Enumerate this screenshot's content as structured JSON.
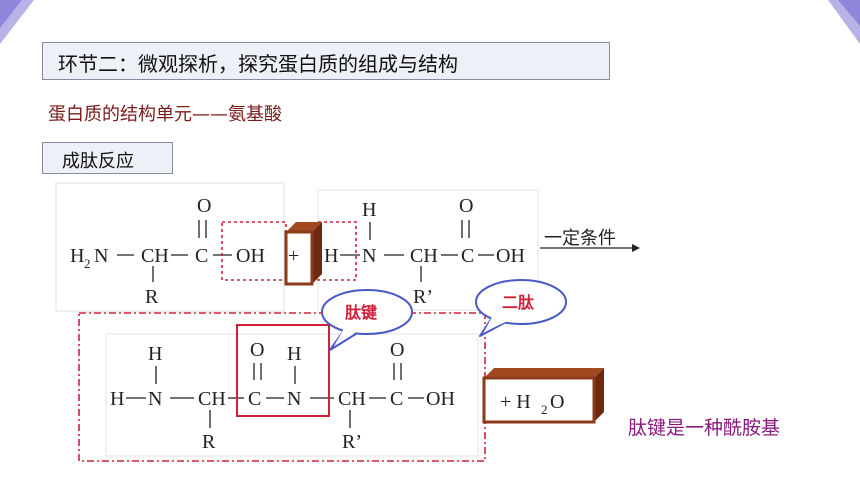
{
  "title": "环节二：微观探析，探究蛋白质的组成与结构",
  "subtitle": "蛋白质的结构单元——氨基酸",
  "section_label": "成肽反应",
  "condition_label": "一定条件",
  "plus_sign": "+",
  "water_label": "+ H",
  "water_sub": "2",
  "water_tail": "O",
  "peptide_bond_callout": "肽键",
  "dipeptide_callout": "二肽",
  "note": "肽键是一种酰胺基",
  "aa1": {
    "h2n": "H",
    "h2n_sub": "2",
    "n": "N",
    "ch": "CH",
    "c": "C",
    "o": "O",
    "oh": "OH",
    "r": "R"
  },
  "aa2": {
    "h": "H",
    "n": "N",
    "ch": "CH",
    "c": "C",
    "o": "O",
    "oh": "OH",
    "r": "R’"
  },
  "product": {
    "h_top": "H",
    "h_left": "H",
    "n1": "N",
    "ch1": "CH",
    "c1": "C",
    "o1": "O",
    "h_mid": "H",
    "n2": "N",
    "ch2": "CH",
    "c2": "C",
    "o2": "O",
    "oh": "OH",
    "r1": "R",
    "r2": "R’"
  },
  "colors": {
    "accent_red": "#d0203a",
    "callout_border": "#4a58c8",
    "brown_box": "#8b3a1a",
    "note_purple": "#8a1a7a"
  }
}
